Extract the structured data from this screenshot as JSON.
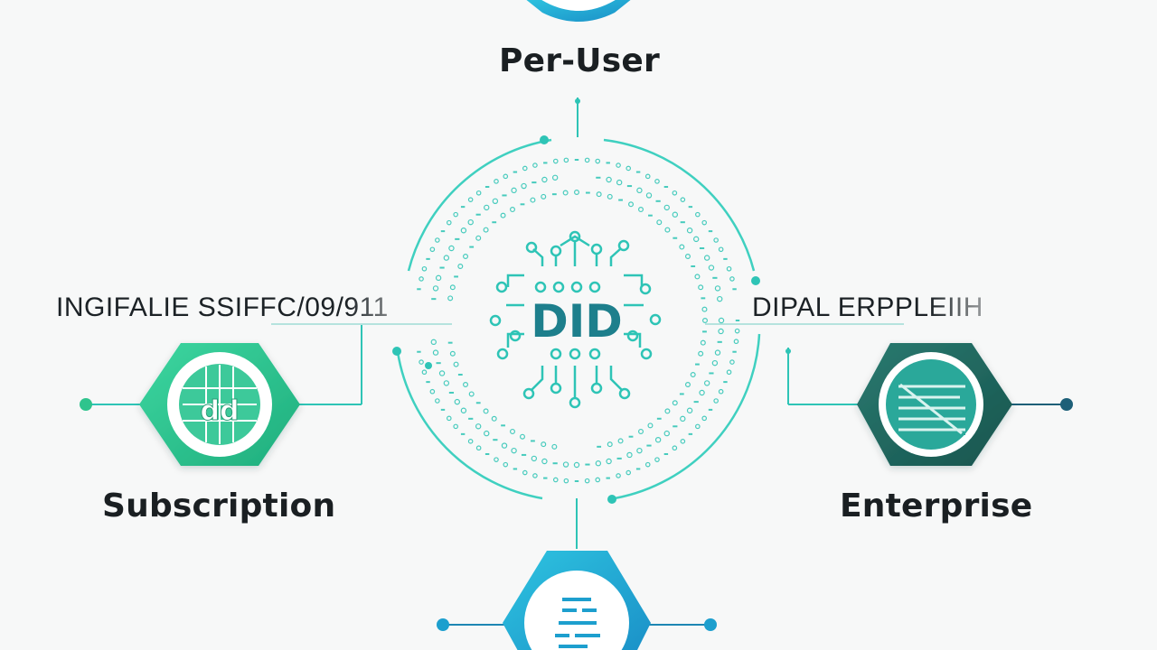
{
  "nodes": {
    "top": {
      "label": "Per-User"
    },
    "left": {
      "label": "Subscription"
    },
    "right": {
      "label": "Enterprise"
    }
  },
  "center": {
    "label": "DID"
  },
  "side_captions": {
    "left": "INGIFALIE SSIFFC/09/911",
    "right": "DIPAL ERPPLEIIH"
  },
  "colors": {
    "teal": "#2ec4b6",
    "green": "#2fc48d",
    "dark_teal": "#1f6b63",
    "blue": "#20a6cf",
    "navy": "#1d5f78",
    "text": "#1a1f22"
  }
}
